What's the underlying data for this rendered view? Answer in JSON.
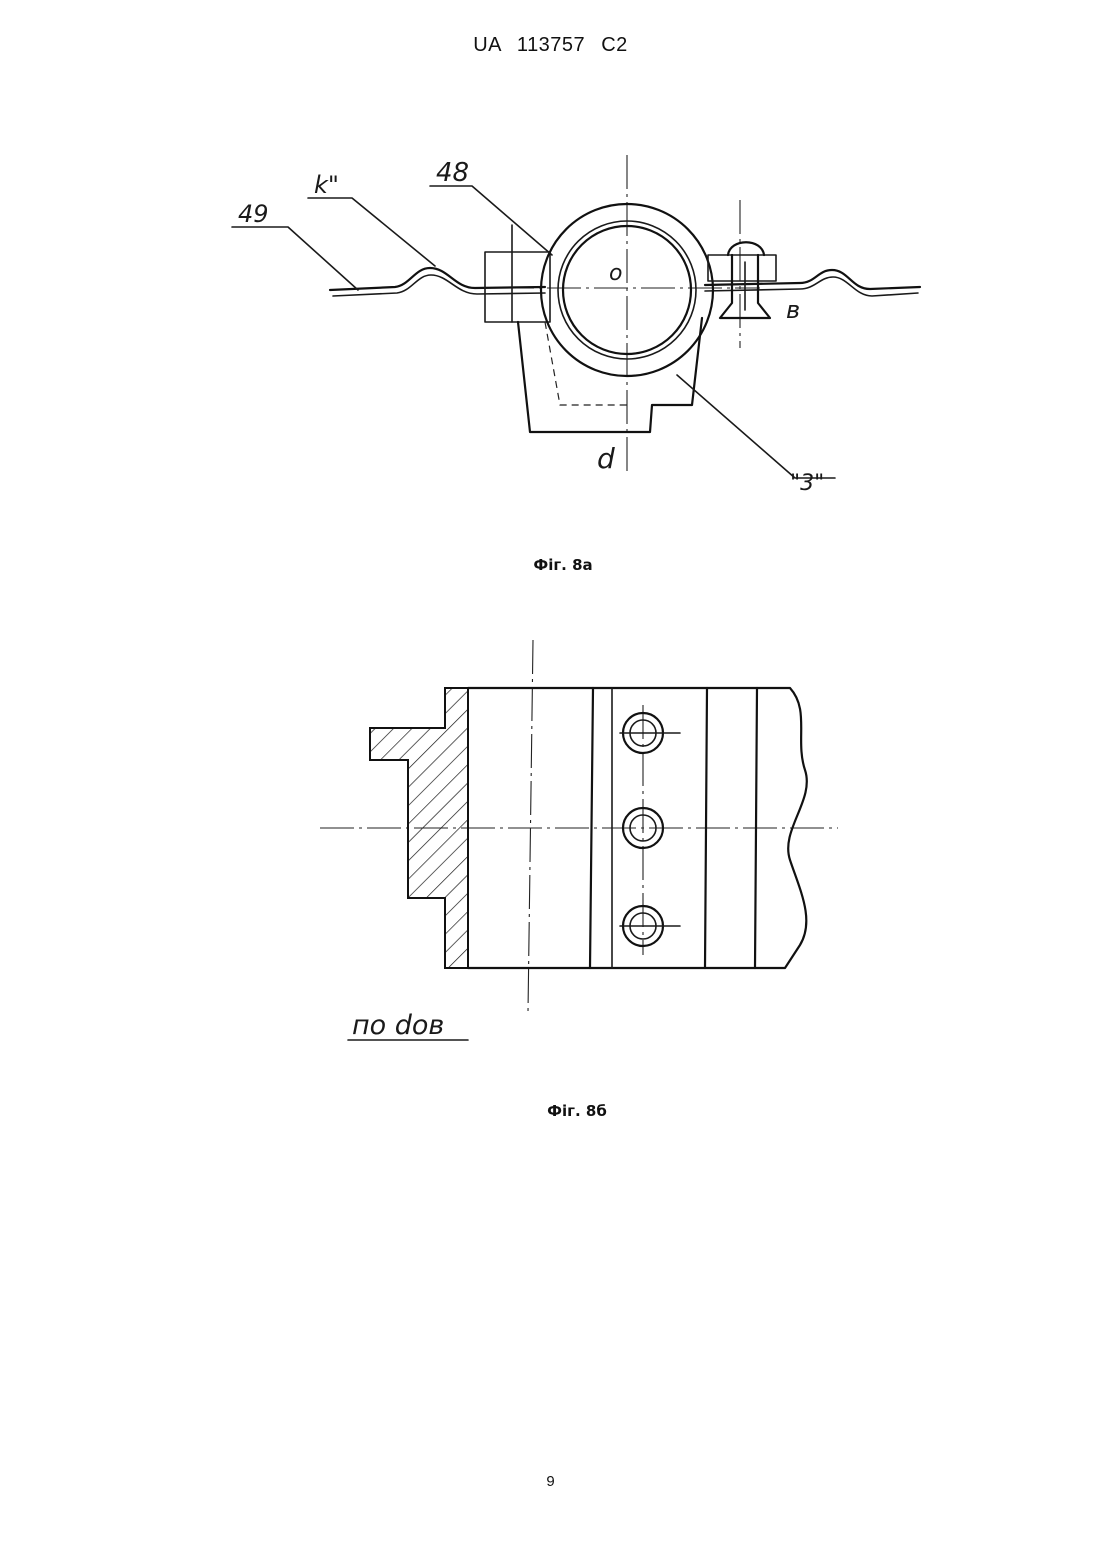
{
  "header": {
    "patent": "UA 113757 C2"
  },
  "figure_a": {
    "labels": {
      "ref_49": "49",
      "ref_k": "k\"",
      "ref_48": "48",
      "ref_o": "o",
      "ref_v": "в",
      "ref_d": "d",
      "ref_z": "\"3\""
    },
    "caption": "Фіг. 8а"
  },
  "figure_b": {
    "labels": {
      "note": "по dов"
    },
    "caption": "Фіг. 8б"
  },
  "footer": {
    "page_number": "9"
  }
}
